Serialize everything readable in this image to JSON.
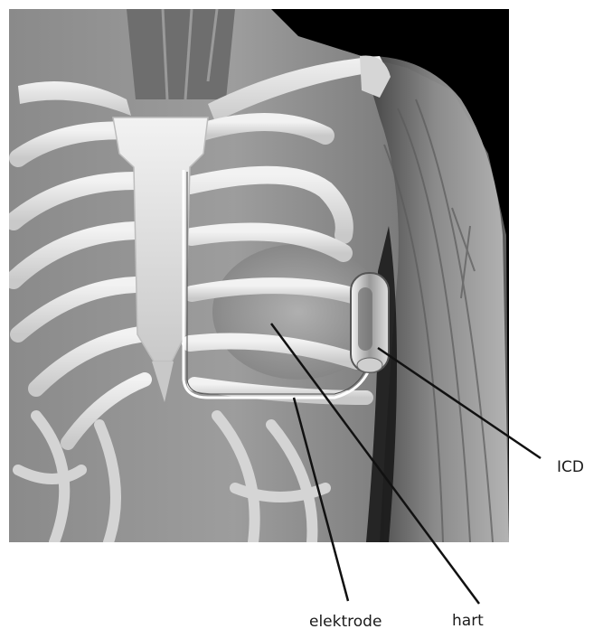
{
  "labels": {
    "icd": "ICD",
    "heart": "hart",
    "electrode": "elektrode"
  },
  "colors": {
    "background": "#ffffff",
    "panel": "#000000",
    "bone": "#e8e8e8",
    "leader_line": "#111111"
  }
}
